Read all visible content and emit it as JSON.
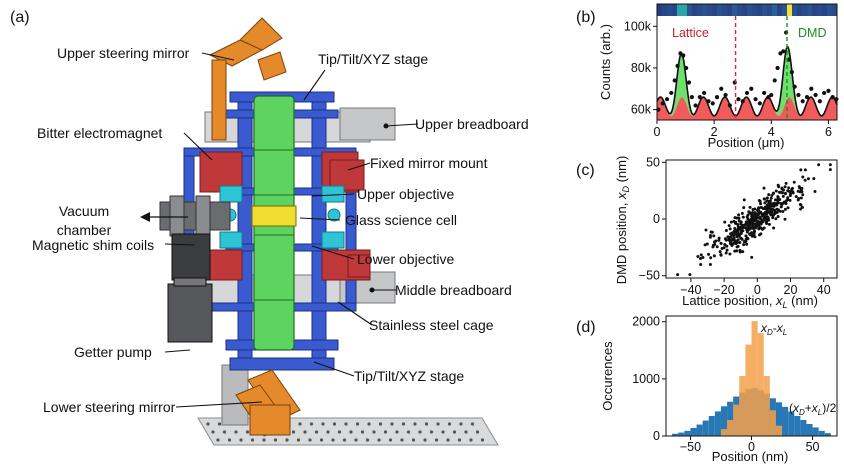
{
  "panels": {
    "a": {
      "tag": "(a)",
      "callouts": {
        "upper_steering_mirror": "Upper steering mirror",
        "tip_tilt_top": "Tip/Tilt/XYZ stage",
        "upper_breadboard": "Upper breadboard",
        "bitter_electromagnet": "Bitter electromagnet",
        "fixed_mirror_mount": "Fixed mirror mount",
        "vacuum_chamber_1": "Vacuum",
        "vacuum_chamber_2": "chamber",
        "upper_objective": "Upper objective",
        "glass_science_cell": "Glass science cell",
        "lower_objective": "Lower objective",
        "magnetic_shim_coils": "Magnetic shim coils",
        "middle_breadboard": "Middle breadboard",
        "stainless_steel_cage": "Stainless steel cage",
        "getter_pump": "Getter pump",
        "tip_tilt_bottom": "Tip/Tilt/XYZ stage",
        "lower_steering_mirror": "Lower steering mirror"
      }
    },
    "b": {
      "tag": "(b)"
    },
    "c": {
      "tag": "(c)"
    },
    "d": {
      "tag": "(d)"
    }
  },
  "chart_data": [
    {
      "panel": "b",
      "type": "line",
      "xlabel": "Position (μm)",
      "ylabel": "Counts (arb.)",
      "xlim": [
        0,
        6.3
      ],
      "ylim": [
        55000,
        104000
      ],
      "xticks": [
        "0",
        "2",
        "4",
        "6"
      ],
      "yticks": [
        "60k",
        "80k",
        "100k"
      ],
      "lattice_fill_color": "#f25b5b",
      "dmd_fill_color": "#6ee06e",
      "annotations": {
        "lattice": "Lattice",
        "dmd": "DMD"
      },
      "lattice_marker_x": 2.75,
      "dmd_marker_x": 4.55,
      "lattice_period": 0.752,
      "lattice_baseline": 57000,
      "lattice_amplitude": 9000,
      "dmd_peaks": [
        {
          "x": 0.85,
          "height": 87000
        },
        {
          "x": 4.55,
          "height": 90000
        }
      ],
      "dmd_peak_width": 0.33,
      "points": [
        {
          "x": 0.05,
          "y": 60000
        },
        {
          "x": 0.2,
          "y": 63000
        },
        {
          "x": 0.35,
          "y": 65000
        },
        {
          "x": 0.5,
          "y": 68000
        },
        {
          "x": 0.62,
          "y": 74000
        },
        {
          "x": 0.72,
          "y": 81000
        },
        {
          "x": 0.82,
          "y": 87000
        },
        {
          "x": 0.92,
          "y": 86000
        },
        {
          "x": 1.02,
          "y": 80000
        },
        {
          "x": 1.12,
          "y": 73000
        },
        {
          "x": 1.22,
          "y": 66000
        },
        {
          "x": 1.35,
          "y": 62000
        },
        {
          "x": 1.5,
          "y": 66000
        },
        {
          "x": 1.65,
          "y": 68000
        },
        {
          "x": 1.8,
          "y": 64000
        },
        {
          "x": 1.95,
          "y": 63000
        },
        {
          "x": 2.1,
          "y": 66000
        },
        {
          "x": 2.25,
          "y": 70000
        },
        {
          "x": 2.4,
          "y": 67000
        },
        {
          "x": 2.55,
          "y": 62000
        },
        {
          "x": 2.72,
          "y": 73000
        },
        {
          "x": 2.85,
          "y": 65000
        },
        {
          "x": 3.0,
          "y": 64000
        },
        {
          "x": 3.15,
          "y": 68000
        },
        {
          "x": 3.3,
          "y": 70000
        },
        {
          "x": 3.45,
          "y": 65000
        },
        {
          "x": 3.6,
          "y": 63000
        },
        {
          "x": 3.75,
          "y": 68000
        },
        {
          "x": 3.9,
          "y": 66000
        },
        {
          "x": 4.0,
          "y": 67000
        },
        {
          "x": 4.12,
          "y": 74000
        },
        {
          "x": 4.22,
          "y": 80000
        },
        {
          "x": 4.32,
          "y": 87000
        },
        {
          "x": 4.42,
          "y": 88000
        },
        {
          "x": 4.52,
          "y": 97000
        },
        {
          "x": 4.62,
          "y": 84000
        },
        {
          "x": 4.72,
          "y": 78000
        },
        {
          "x": 4.82,
          "y": 71000
        },
        {
          "x": 4.95,
          "y": 67000
        },
        {
          "x": 5.1,
          "y": 64000
        },
        {
          "x": 5.25,
          "y": 66000
        },
        {
          "x": 5.4,
          "y": 70000
        },
        {
          "x": 5.55,
          "y": 67000
        },
        {
          "x": 5.7,
          "y": 64000
        },
        {
          "x": 5.85,
          "y": 68000
        },
        {
          "x": 6.0,
          "y": 69000
        },
        {
          "x": 6.15,
          "y": 66000
        },
        {
          "x": 6.28,
          "y": 65000
        }
      ],
      "colorstrip": [
        0.15,
        0.2,
        0.25,
        0.2,
        0.55,
        0.6,
        0.3,
        0.2,
        0.25,
        0.3,
        0.25,
        0.2,
        0.3,
        0.25,
        0.2,
        0.35,
        0.25,
        0.2,
        0.3,
        0.25,
        0.2,
        0.3,
        0.25,
        0.4,
        0.2,
        0.3,
        0.95,
        0.3,
        0.2,
        0.25,
        0.3,
        0.2,
        0.25,
        0.2,
        0.3,
        0.25
      ]
    },
    {
      "panel": "c",
      "type": "scatter",
      "xlabel": "Lattice position, x_L (nm)",
      "ylabel": "DMD position, x_D (nm)",
      "xlim": [
        -55,
        48
      ],
      "ylim": [
        -52,
        52
      ],
      "xticks": [
        -40,
        -20,
        0,
        20,
        40
      ],
      "yticks": [
        -50,
        0,
        50
      ],
      "point_color": "#111111",
      "n_points": 440,
      "seed": 7
    },
    {
      "panel": "d",
      "type": "bar",
      "xlabel": "Position (nm)",
      "ylabel": "Occurences",
      "xlim": [
        -70,
        70
      ],
      "ylim": [
        0,
        2100
      ],
      "xticks": [
        -50,
        0,
        50
      ],
      "yticks": [
        0,
        1000,
        2000
      ],
      "bin_width": 5,
      "series": [
        {
          "name": "(x_D+x_L)/2",
          "color": "#2878b5",
          "bin_starts": [
            -65,
            -60,
            -55,
            -50,
            -45,
            -40,
            -35,
            -30,
            -25,
            -20,
            -15,
            -10,
            -5,
            0,
            5,
            10,
            15,
            20,
            25,
            30,
            35,
            40,
            45,
            50,
            55,
            60
          ],
          "values": [
            40,
            60,
            90,
            140,
            200,
            270,
            350,
            430,
            520,
            600,
            690,
            760,
            820,
            840,
            800,
            740,
            660,
            590,
            510,
            430,
            350,
            280,
            210,
            150,
            90,
            50
          ]
        },
        {
          "name": "x_D-x_L",
          "color": "#f5a04a",
          "bin_starts": [
            -25,
            -20,
            -15,
            -10,
            -5,
            0,
            5,
            10,
            15,
            20
          ],
          "values": [
            120,
            280,
            550,
            1050,
            1600,
            2010,
            1800,
            1050,
            450,
            180
          ]
        }
      ]
    }
  ]
}
